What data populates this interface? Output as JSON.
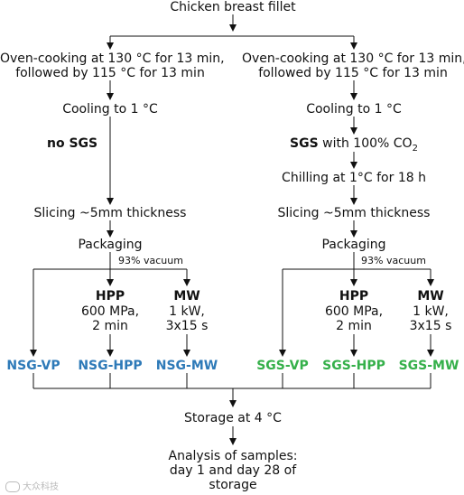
{
  "top": "Chicken breast fillet",
  "left": {
    "cook_1": "Oven-cooking at 130 °C for 13 min,",
    "cook_2": "followed by 115 °C for 13 min",
    "cooling": "Cooling to 1 °C",
    "sgs": "no SGS",
    "slicing": "Slicing ~5mm thickness",
    "packaging": "Packaging",
    "vacuum": "93% vacuum",
    "hpp_title": "HPP",
    "hpp_1": "600 MPa,",
    "hpp_2": "2 min",
    "mw_title": "MW",
    "mw_1": "1 kW,",
    "mw_2": "3x15 s",
    "out_vp": "NSG-VP",
    "out_hpp": "NSG-HPP",
    "out_mw": "NSG-MW"
  },
  "right": {
    "cook_1": "Oven-cooking at 130 °C for 13 min,",
    "cook_2": "followed by 115 °C for 13 min",
    "cooling": "Cooling to 1 °C",
    "sgs_bold": "SGS",
    "sgs_rest": "with 100% CO",
    "sgs_sub": "2",
    "chilling": "Chilling at 1°C for 18 h",
    "slicing": "Slicing ~5mm thickness",
    "packaging": "Packaging",
    "vacuum": "93% vacuum",
    "hpp_title": "HPP",
    "hpp_1": "600 MPa,",
    "hpp_2": "2 min",
    "mw_title": "MW",
    "mw_1": "1 kW,",
    "mw_2": "3x15 s",
    "out_vp": "SGS-VP",
    "out_hpp": "SGS-HPP",
    "out_mw": "SGS-MW"
  },
  "storage": "Storage at 4 °C",
  "analysis_1": "Analysis of samples:",
  "analysis_2": "day 1 and day 28 of",
  "analysis_3": "storage",
  "watermark": "大众科技",
  "colors": {
    "nsg": "#2e7ab8",
    "sgs": "#35b04a",
    "line": "#111111"
  }
}
